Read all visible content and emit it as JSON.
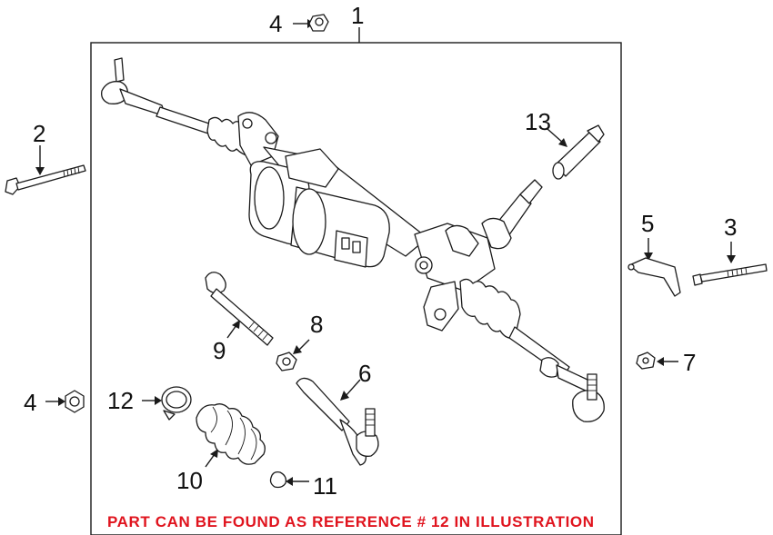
{
  "callouts": {
    "c1": "1",
    "c2": "2",
    "c3": "3",
    "c4_top": "4",
    "c4_left": "4",
    "c5": "5",
    "c6": "6",
    "c7": "7",
    "c8": "8",
    "c9": "9",
    "c10": "10",
    "c11": "11",
    "c12": "12",
    "c13": "13"
  },
  "notice": "PART CAN BE FOUND AS REFERENCE # 12 IN ILLUSTRATION",
  "colors": {
    "notice": "#e0141e",
    "line": "#1a1a1a",
    "background": "#ffffff"
  }
}
